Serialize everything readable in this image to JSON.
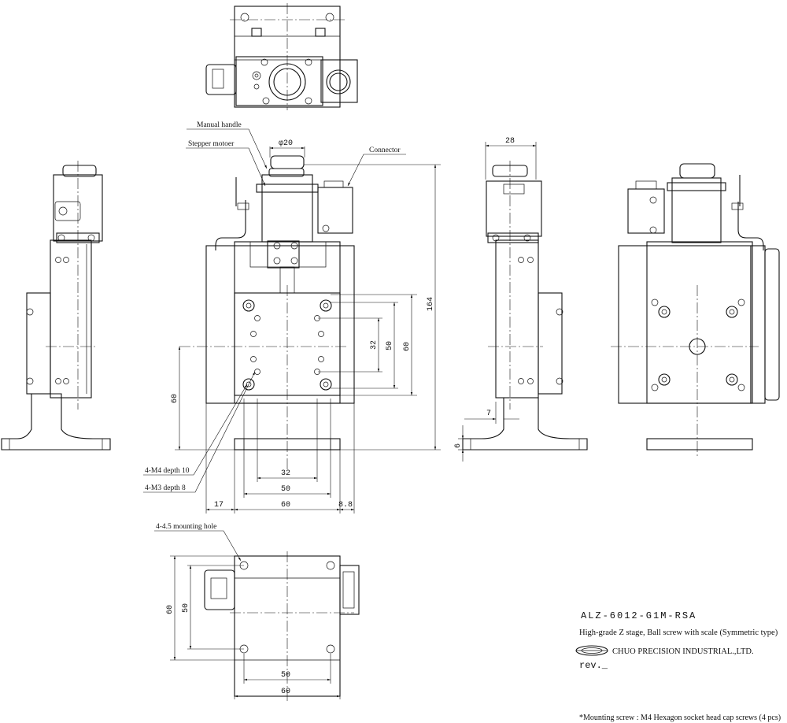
{
  "callouts": {
    "manual_handle": "Manual handle",
    "stepper_motor": "Stepper motoer",
    "connector": "Connector",
    "m4_depth": "4-M4 depth 10",
    "m3_depth": "4-M3 depth 8",
    "mounting_hole": "4-4.5 mounting hole"
  },
  "dimensions": {
    "phi20": "φ20",
    "d28": "28",
    "d164": "164",
    "d32_h": "32",
    "d50_h": "50",
    "d60_h": "60",
    "d32_v": "32",
    "d50_v": "50",
    "d60_v": "60",
    "d60_left": "60",
    "d17": "17",
    "d8_8": "8.8",
    "d7": "7",
    "d6": "6",
    "bot_50_h": "50",
    "bot_60_h": "60",
    "bot_60_v": "60",
    "bot_50_v": "50"
  },
  "title_block": {
    "model": "ALZ-6012-G1M-RSA",
    "description": "High-grade Z stage, Ball screw with scale (Symmetric type)",
    "company": "CHUO PRECISION INDUSTRIAL.,LTD.",
    "revision": "rev._"
  },
  "note": "*Mounting screw : M4 Hexagon socket head cap screws (4 pcs)"
}
